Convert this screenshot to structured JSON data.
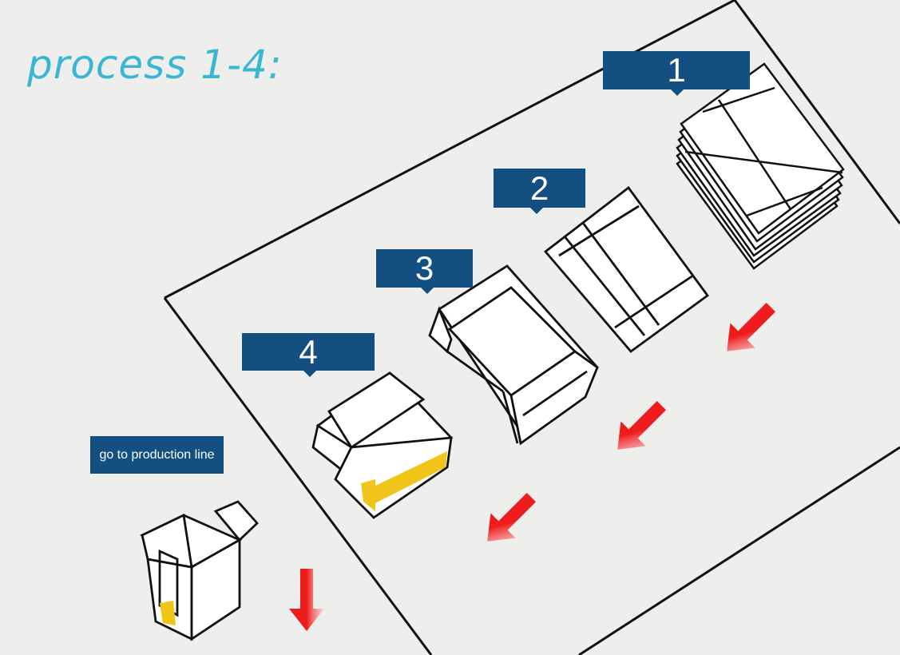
{
  "title": "process 1-4:",
  "steps": [
    {
      "label": "1"
    },
    {
      "label": "2"
    },
    {
      "label": "3"
    },
    {
      "label": "4"
    },
    {
      "label": "go to production line"
    }
  ],
  "colors": {
    "background": "#eeeeec",
    "title": "#38b6d4",
    "label_bg": "#134f80",
    "label_text": "#ffffff",
    "arrow": "#ee1c1c",
    "tape": "#f0c419",
    "outline": "#111111"
  }
}
